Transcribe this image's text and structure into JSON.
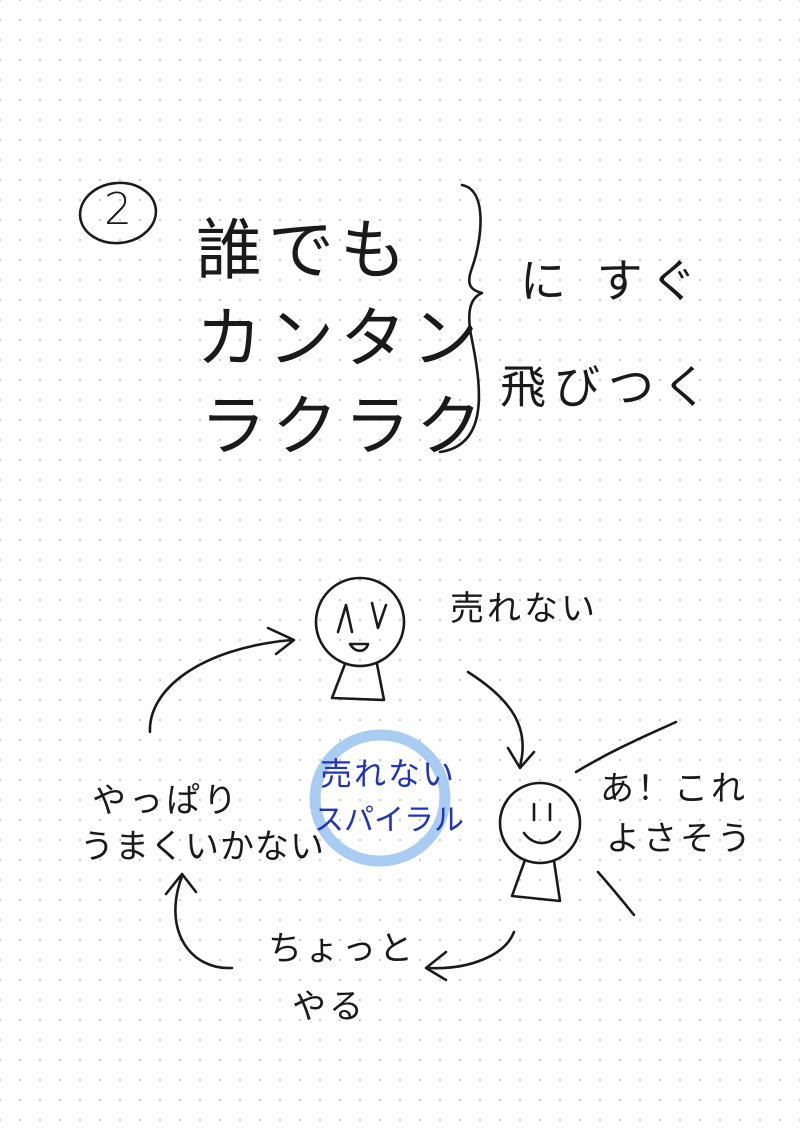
{
  "colors": {
    "ink": "#1a1a1a",
    "highlight_ring": "#a9cdf2",
    "blue_text": "#2233bb",
    "grid_dot": "#cfcfcf"
  },
  "heading": {
    "number": "2",
    "left_lines": [
      "誰でも",
      "カンタン",
      "ラクラク"
    ],
    "right_lines": [
      "に すぐ",
      "飛びつく"
    ]
  },
  "cycle": {
    "top_label": "売れない",
    "right_label_lines": [
      "あ！これ",
      "よさそう"
    ],
    "bottom_label_lines": [
      "ちょっと",
      "やる"
    ],
    "left_label_lines": [
      "やっぱり",
      "うまくいかない"
    ],
    "center_lines": [
      "売れない",
      "スパイラル"
    ],
    "icons": [
      "stick-figure-talking",
      "stick-figure-smiling"
    ]
  }
}
